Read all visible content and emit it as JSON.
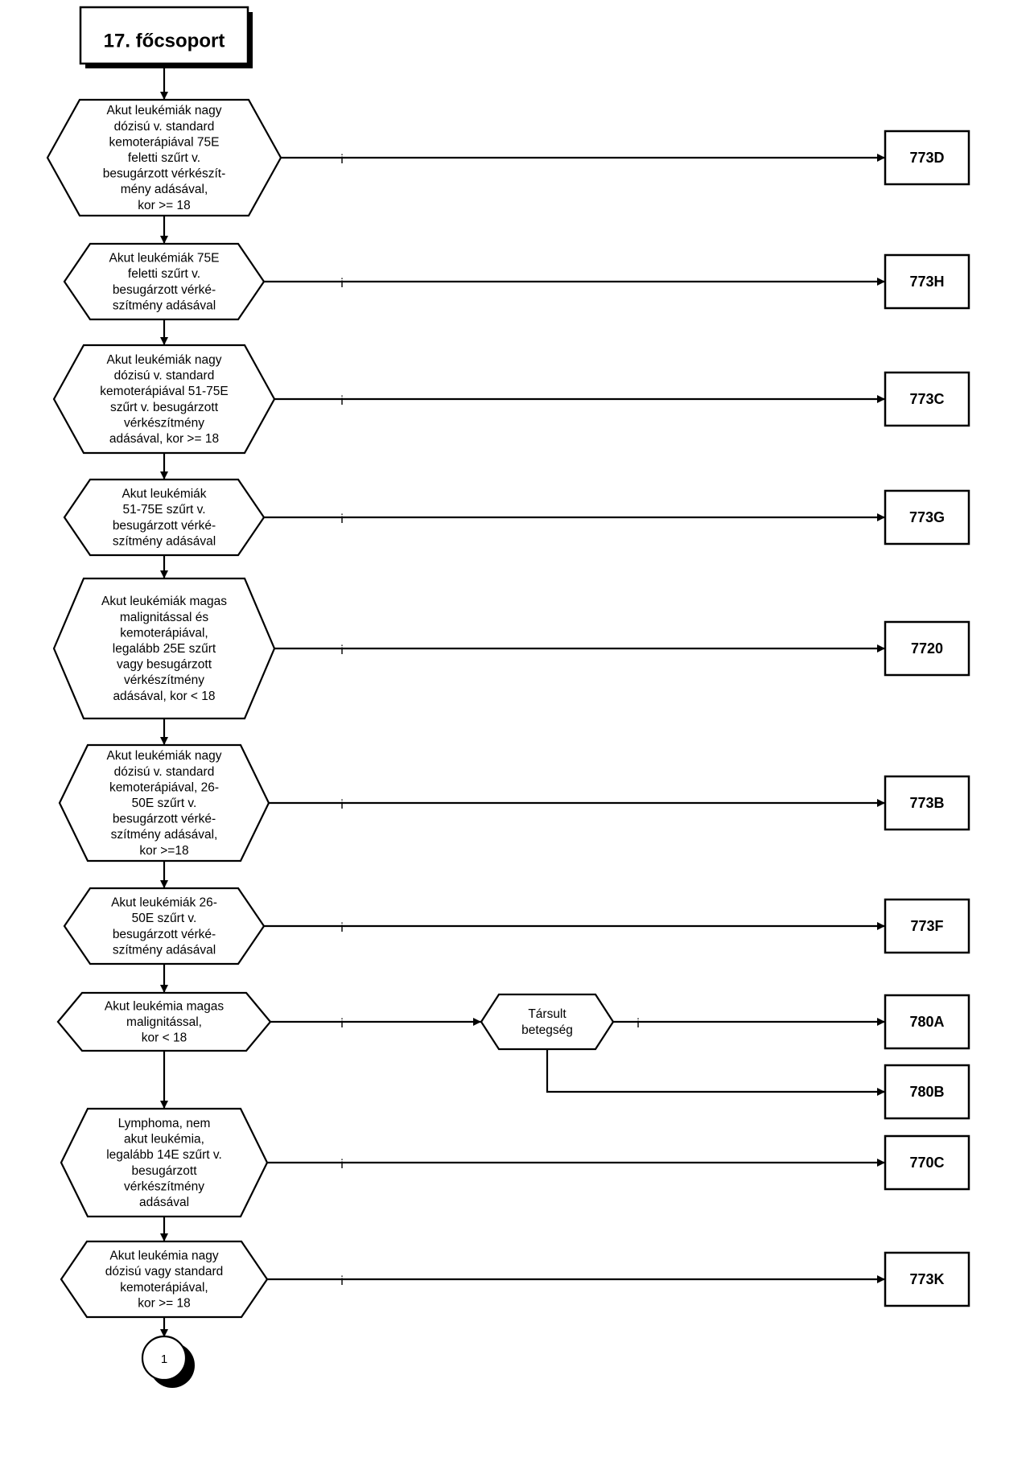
{
  "title": "17. főcsoport",
  "yes_label": "i",
  "decisions": [
    {
      "id": "d1",
      "lines": [
        "Akut leukémiák nagy",
        "dózisú v. standard",
        "kemoterápiával 75E",
        "feletti szűrt v.",
        "besugárzott  vérkészít-",
        "mény adásával,",
        "kor >= 18"
      ],
      "target": "773D"
    },
    {
      "id": "d2",
      "lines": [
        "Akut leukémiák 75E",
        "feletti szűrt v.",
        "besugárzott  vérké-",
        "szítmény adásával"
      ],
      "target": "773H"
    },
    {
      "id": "d3",
      "lines": [
        "Akut leukémiák nagy",
        "dózisú v. standard",
        "kemoterápiával 51-75E",
        "szűrt v. besugárzott",
        "vérkészítmény",
        "adásával, kor >= 18"
      ],
      "target": "773C"
    },
    {
      "id": "d4",
      "lines": [
        "Akut leukémiák",
        "51-75E szűrt v.",
        "besugárzott  vérké-",
        "szítmény adásával"
      ],
      "target": "773G"
    },
    {
      "id": "d5",
      "lines": [
        "Akut leukémiák magas",
        "malignitással és",
        "kemoterápiával,",
        "legalább 25E szűrt",
        "vagy besugárzott",
        "vérkészítmény",
        "adásával, kor < 18"
      ],
      "target": "7720"
    },
    {
      "id": "d6",
      "lines": [
        "Akut leukémiák nagy",
        "dózisú v. standard",
        "kemoterápiával, 26-",
        "50E szűrt v.",
        "besugárzott  vérké-",
        "szítmény adásával,",
        "kor >=18"
      ],
      "target": "773B"
    },
    {
      "id": "d7",
      "lines": [
        "Akut leukémiák 26-",
        "50E szűrt v.",
        "besugárzott  vérké-",
        "szítmény adásával"
      ],
      "target": "773F"
    },
    {
      "id": "d8",
      "lines": [
        "Akut leukémia magas",
        "malignitással,",
        "kor < 18"
      ],
      "target": "secondary"
    },
    {
      "id": "d9",
      "lines": [
        "Lymphoma, nem",
        "akut leukémia,",
        "legalább 14E szűrt v.",
        "besugárzott",
        "vérkészítmény",
        "adásával"
      ],
      "target": "770C"
    },
    {
      "id": "d10",
      "lines": [
        "Akut leukémia nagy",
        "dózisú vagy standard",
        "kemoterápiával,",
        "kor >= 18"
      ],
      "target": "773K"
    }
  ],
  "secondary": {
    "lines": [
      "Társult",
      "betegség"
    ],
    "yes_target": "780A",
    "no_target": "780B"
  },
  "connector": "1",
  "colors": {
    "stroke": "#000000",
    "fill": "#ffffff",
    "shadow": "#000000"
  }
}
